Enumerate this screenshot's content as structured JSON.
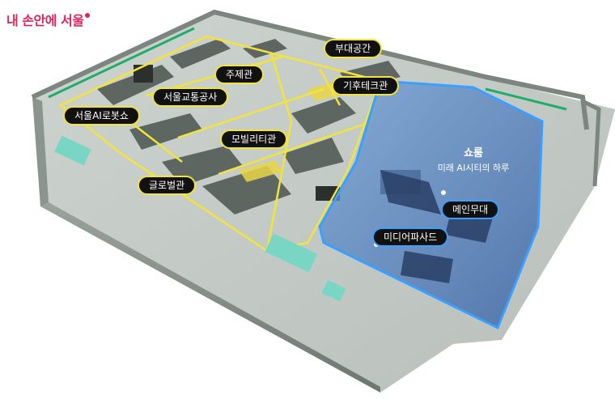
{
  "brand": {
    "text": "내 손안에 서울",
    "color": "#e0245e"
  },
  "labels": {
    "budae": "부대공간",
    "jujae": "주제관",
    "gihu": "기후테크관",
    "seoul_transport": "서울교통공사",
    "ai_robot": "서울AI로봇쇼",
    "mobility": "모빌리티관",
    "global": "글로벌관",
    "main_stage": "메인무대",
    "media_facade": "미디어파사드"
  },
  "showroom": {
    "title": "쇼룸",
    "subtitle": "미래 AI시티의 하루"
  },
  "colors": {
    "zone_outline": "#f2e43a",
    "showroom_outline": "#3aa0ff"
  }
}
